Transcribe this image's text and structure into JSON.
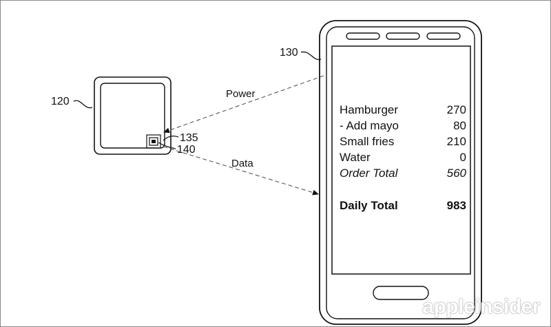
{
  "refs": {
    "sensor": "120",
    "phone": "130",
    "coil": "135",
    "chip": "140"
  },
  "links": {
    "power": "Power",
    "data": "Data"
  },
  "screen": {
    "items": [
      {
        "name": "Hamburger",
        "value": "270"
      },
      {
        "name": "- Add mayo",
        "value": "80"
      },
      {
        "name": "Small fries",
        "value": "210"
      },
      {
        "name": "Water",
        "value": "0"
      }
    ],
    "order_total": {
      "label": "Order Total",
      "value": "560"
    },
    "daily_total": {
      "label": "Daily Total",
      "value": "983"
    }
  },
  "watermark": "appleinsider"
}
